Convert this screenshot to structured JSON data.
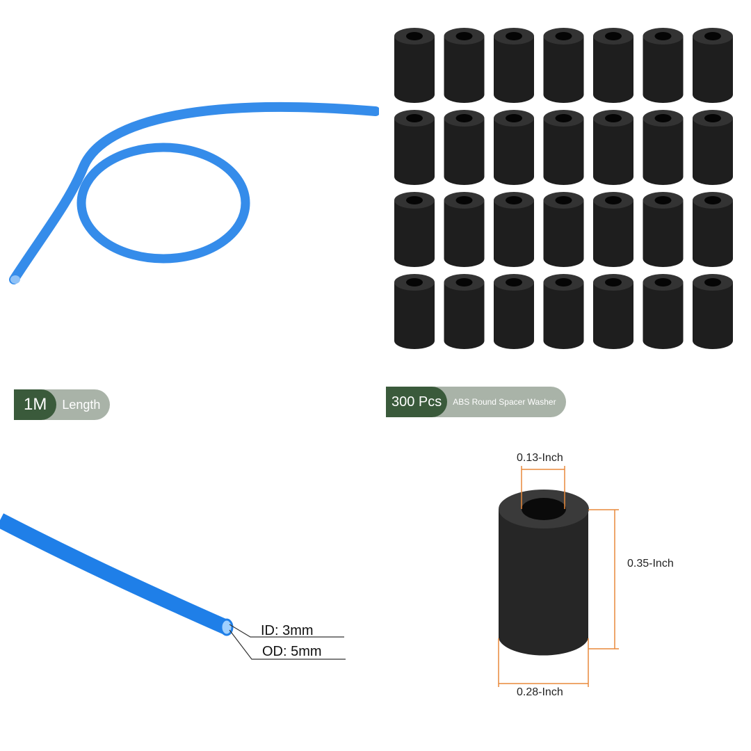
{
  "tube": {
    "length_badge": {
      "value": "1M",
      "label": "Length"
    },
    "id_label": "ID: 3mm",
    "od_label": "OD: 5mm",
    "color": "#1f7fe8"
  },
  "spacers": {
    "count_badge": {
      "value": "300 Pcs",
      "label": "ABS Round Spacer Washer"
    },
    "inner_diameter": "0.13-Inch",
    "height": "0.35-Inch",
    "outer_diameter": "0.28-Inch",
    "color": "#1e1e1e",
    "dimension_color": "#e8893a"
  }
}
